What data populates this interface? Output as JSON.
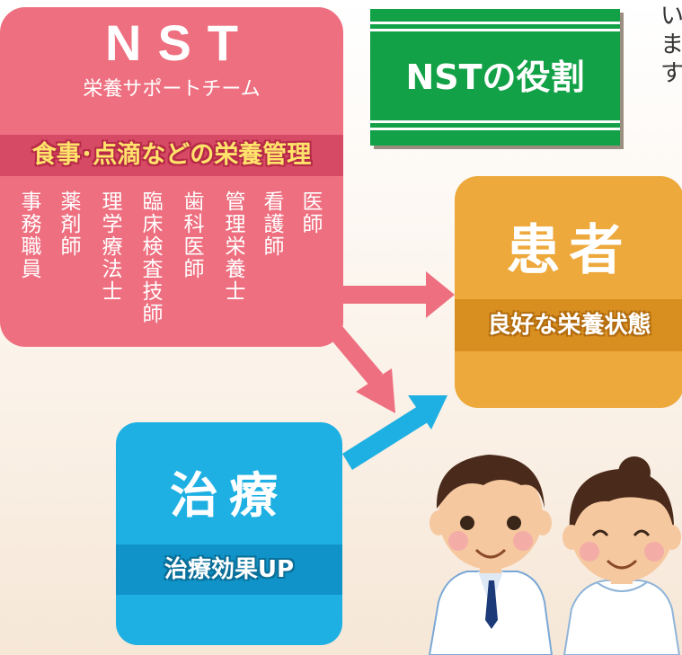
{
  "nst": {
    "title": "NST",
    "subtitle": "栄養サポートチーム",
    "band": "食事･点滴などの栄養管理",
    "staff": [
      "医師",
      "看護師",
      "管理栄養士",
      "歯科医師",
      "臨床検査技師",
      "理学療法士",
      "薬剤師",
      "事務職員"
    ]
  },
  "role_label": "NSTの役割",
  "patient": {
    "title": "患者",
    "band": "良好な栄養状態"
  },
  "treatment": {
    "title": "治療",
    "band": "治療効果UP"
  },
  "cut_text": [
    "い",
    "ま",
    "す"
  ],
  "colors": {
    "nst": "#ee6f7f",
    "nst_band": "#d64a66",
    "nst_band_text": "#ffe36b",
    "patient": "#eda93c",
    "treatment": "#1fb0e3",
    "role_label": "#12a146",
    "arrow_pink": "#ee6f7f",
    "arrow_blue": "#1fb0e3"
  }
}
